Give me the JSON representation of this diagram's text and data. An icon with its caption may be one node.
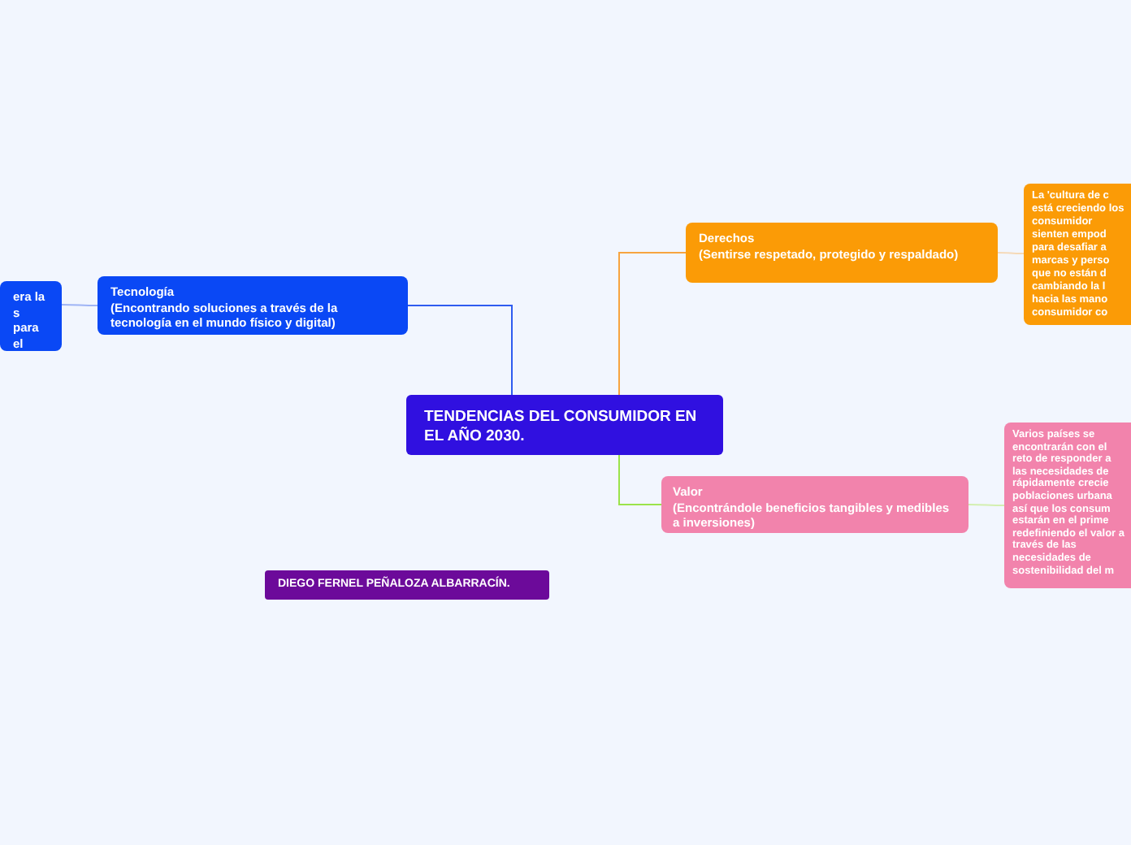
{
  "diagram": {
    "nodes": [
      {
        "text": [
          "TENDENCIAS DEL CONSUMIDOR EN EL AÑO 2030."
        ]
      },
      {
        "text": [
          "Tecnología",
          "(Encontrando soluciones a través de la tecnología en el mundo físico y digital)"
        ]
      },
      {
        "text": [
          "era la s para el"
        ]
      },
      {
        "text": [
          "Derechos",
          "(Sentirse respetado, protegido y respaldado)"
        ]
      },
      {
        "text": [
          "La 'cultura de c está creciendo los consumidor sienten empod para desafiar a marcas y perso que no están d cambiando la l hacia las mano consumidor co"
        ]
      },
      {
        "text": [
          "Valor",
          "(Encontrándole beneficios tangibles y medibles a inversiones)"
        ]
      },
      {
        "text": [
          "Varios países se encontrarán con el reto de responder a las necesidades de rápidamente crecie poblaciones urbana así que los consum estarán en el prime redefiniendo el valor a través de las necesidades de sostenibilidad del m"
        ]
      },
      {
        "text": [
          "DIEGO FERNEL PEÑALOZA ALBARRACÍN."
        ]
      }
    ],
    "edges": [
      {
        "from": 0,
        "to": 1,
        "arrow": "none",
        "color": "#2f5cf0"
      },
      {
        "from": 1,
        "to": 2,
        "arrow": "none",
        "color": "#9fb4f5"
      },
      {
        "from": 0,
        "to": 3,
        "arrow": "none",
        "color": "#f7a440"
      },
      {
        "from": 3,
        "to": 4,
        "arrow": "none",
        "color": "#f5d9b8"
      },
      {
        "from": 0,
        "to": 5,
        "arrow": "none",
        "color": "#9be34a"
      },
      {
        "from": 5,
        "to": 6,
        "arrow": "none",
        "color": "#d3efb0"
      }
    ]
  }
}
